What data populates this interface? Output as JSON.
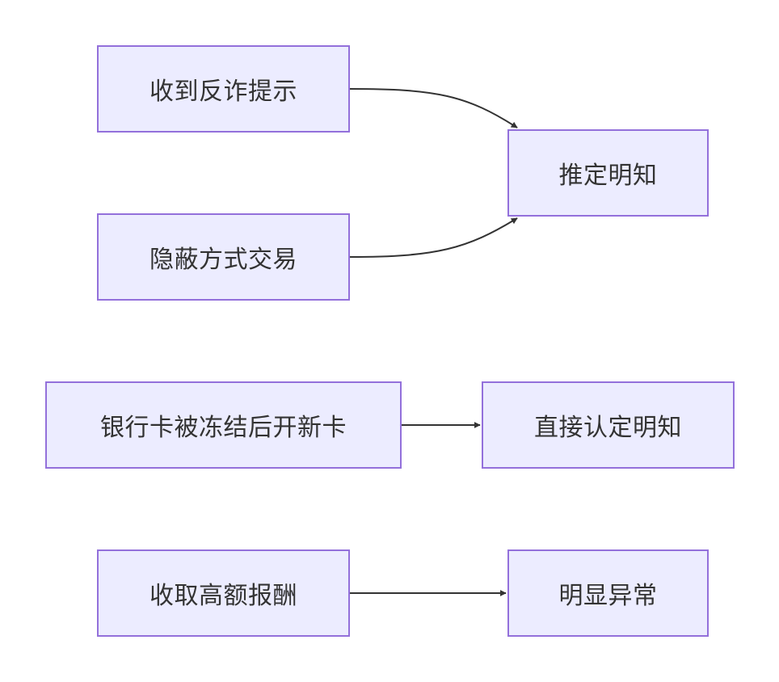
{
  "nodes": {
    "anti_fraud_notice": "收到反诈提示",
    "presumed_knowledge": "推定明知",
    "covert_trading": "隐蔽方式交易",
    "new_card_after_freeze": "银行卡被冻结后开新卡",
    "direct_knowledge": "直接认定明知",
    "high_compensation": "收取高额报酬",
    "obviously_abnormal": "明显异常"
  },
  "edges": [
    {
      "from": "anti_fraud_notice",
      "to": "presumed_knowledge"
    },
    {
      "from": "covert_trading",
      "to": "presumed_knowledge"
    },
    {
      "from": "new_card_after_freeze",
      "to": "direct_knowledge"
    },
    {
      "from": "high_compensation",
      "to": "obviously_abnormal"
    }
  ],
  "colors": {
    "node_fill": "#ececff",
    "node_border": "#9370db",
    "text": "#333333",
    "edge": "#333333"
  }
}
